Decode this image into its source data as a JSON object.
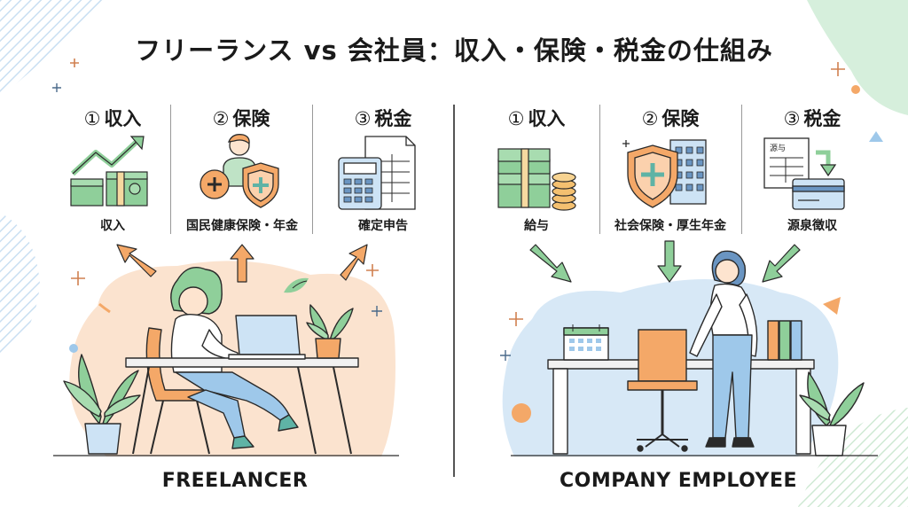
{
  "title": "フリーランス vs 会社員：収入・保険・税金の仕組み",
  "freelancer": {
    "label": "FREELANCER",
    "columns": [
      {
        "num": "①",
        "heading": "収入",
        "caption": "収入",
        "icon": "money-growth-icon"
      },
      {
        "num": "②",
        "heading": "保険",
        "caption": "国民健康保険・年金",
        "icon": "person-insurance-icon"
      },
      {
        "num": "③",
        "heading": "税金",
        "caption": "確定申告",
        "icon": "calculator-document-icon"
      }
    ]
  },
  "employee": {
    "label": "COMPANY EMPLOYEE",
    "columns": [
      {
        "num": "①",
        "heading": "収入",
        "caption": "給与",
        "icon": "money-stack-icon"
      },
      {
        "num": "②",
        "heading": "保険",
        "caption": "社会保険・厚生年金",
        "icon": "shield-building-icon"
      },
      {
        "num": "③",
        "heading": "税金",
        "caption": "源泉徴収",
        "icon": "withholding-slip-icon"
      }
    ],
    "slip_text": "源与"
  },
  "colors": {
    "green": "#8fcf9a",
    "orange": "#f4a868",
    "peach": "#fbe1cb",
    "blue": "#cde3f5",
    "dark": "#2a2a2a"
  }
}
